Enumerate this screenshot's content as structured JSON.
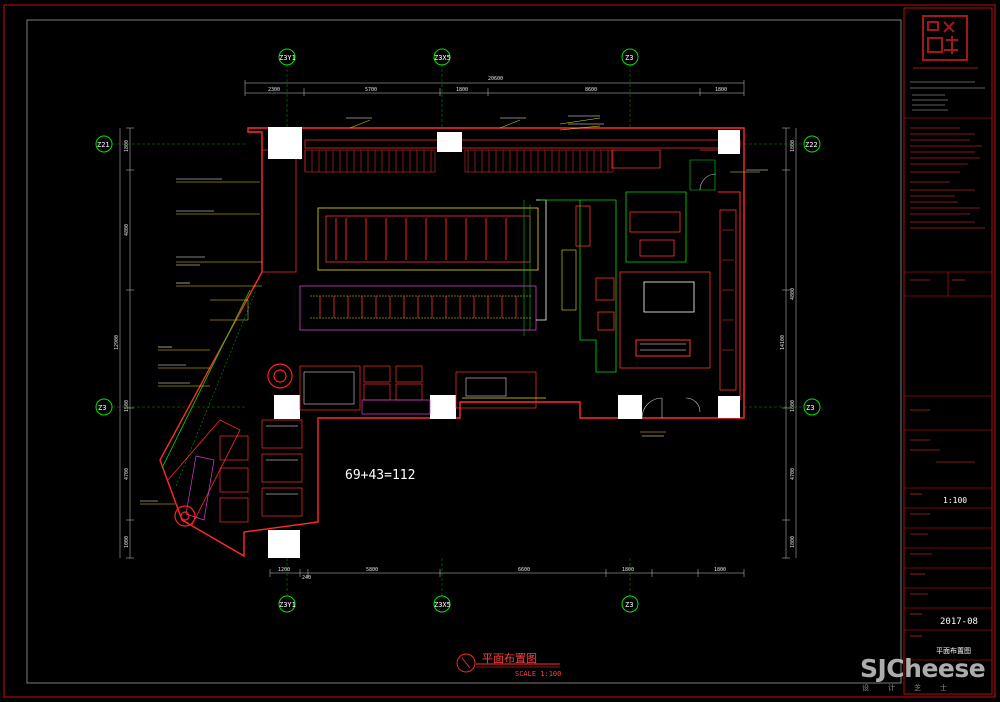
{
  "drawing": {
    "calc_note": "69+43=112",
    "title": "平面布置图",
    "scale_note": "SCALE 1:100"
  },
  "grid": {
    "top": [
      "Z3Y1",
      "Z3X5",
      "Z3"
    ],
    "bottom": [
      "Z3Y1",
      "Z3X5",
      "Z3"
    ],
    "left": [
      "Z21",
      "Z3"
    ],
    "right": [
      "Z22",
      "Z3"
    ]
  },
  "dims": {
    "top_total": "20600",
    "top": [
      "2300",
      "5700",
      "1800",
      "8600",
      "1800"
    ],
    "bottom": [
      "1200",
      "240",
      "5800",
      "6600",
      "1800",
      "1800"
    ],
    "left": [
      "1800",
      "4800",
      "1500",
      "4700",
      "1000"
    ],
    "left_total": "12900",
    "right": [
      "1800",
      "4800",
      "1800",
      "4700",
      "1800"
    ],
    "right_total": "14100"
  },
  "title_block": {
    "scale": "1:100",
    "date": "2017-08",
    "sheet_name": "平面布置图"
  },
  "watermark": {
    "brand": "SJCheese",
    "sub": "设计芝士"
  },
  "colors": {
    "wall": "#ff2a2a",
    "grid": "#00e000",
    "frame": "#e01010",
    "accent_yellow": "#e8e000",
    "accent_magenta": "#d040d0"
  }
}
